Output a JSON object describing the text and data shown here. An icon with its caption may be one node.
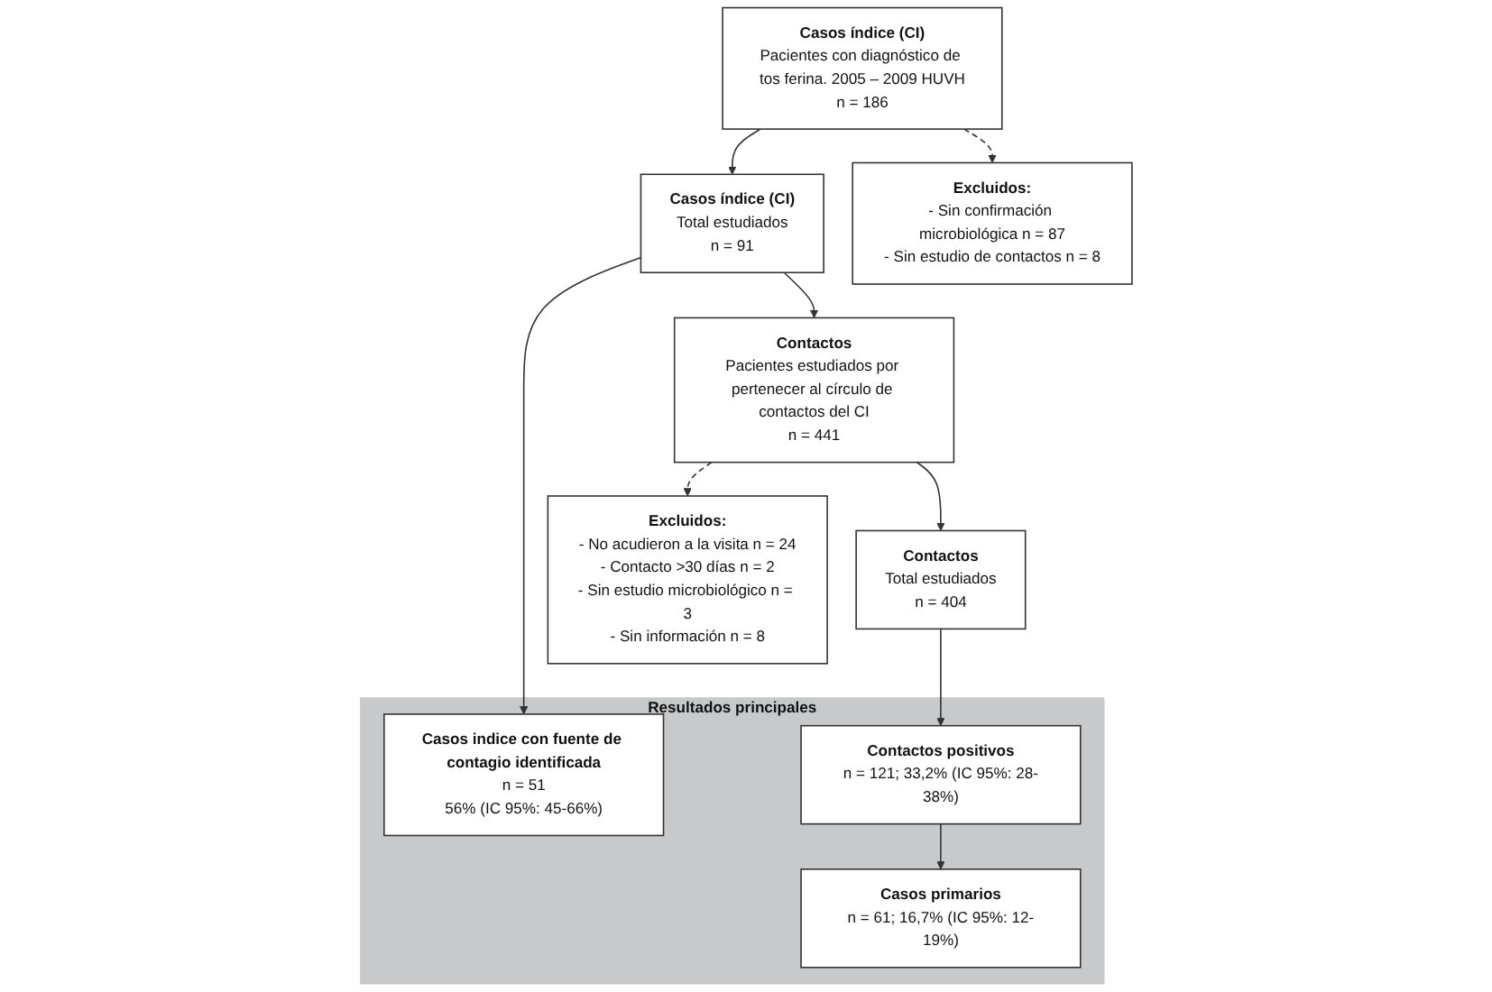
{
  "diagram": {
    "nodes": [
      {
        "text": [
          "Casos índice (CI)",
          "Pacientes con diagnóstico de tos ferina. 2005 – 2009 HUVH",
          "n = 186"
        ]
      },
      {
        "text": [
          "Excluidos:",
          "- Sin confirmación microbiológica n = 87",
          "- Sin estudio de contactos n = 8"
        ]
      },
      {
        "text": [
          "Casos índice (CI)",
          "Total estudiados",
          "n = 91"
        ]
      },
      {
        "text": [
          "Contactos",
          "Pacientes estudiados por pertenecer al círculo de contactos del CI",
          "n = 441"
        ]
      },
      {
        "text": [
          "Excluidos:",
          "- No acudieron a la visita n = 24",
          "- Contacto >30 días n = 2",
          "- Sin estudio microbiológico n = 3",
          "- Sin información n = 8"
        ]
      },
      {
        "text": [
          "Contactos",
          "Total estudiados",
          "n = 404"
        ]
      },
      {
        "text": [
          "Resultados principales"
        ]
      },
      {
        "text": [
          "Casos indice con fuente de contagio identificada",
          "n = 51",
          "56% (IC 95%: 45-66%)"
        ],
        "in": 6
      },
      {
        "text": [
          "Contactos positivos",
          "n = 121; 33,2% (IC 95%: 28-38%)"
        ],
        "in": 6
      },
      {
        "text": [
          "Casos primarios",
          "n = 61; 16,7% (IC 95%: 12-19%)"
        ],
        "in": 6
      }
    ],
    "edges": [
      {
        "from": 0,
        "to": 2,
        "arrow": "to"
      },
      {
        "from": 0,
        "to": 1,
        "arrow": "to",
        "style": "dashed"
      },
      {
        "from": 2,
        "to": 3,
        "arrow": "to"
      },
      {
        "from": 3,
        "to": 5,
        "arrow": "to"
      },
      {
        "from": 3,
        "to": 4,
        "arrow": "to",
        "style": "dashed"
      },
      {
        "from": 2,
        "to": 7,
        "arrow": "to"
      },
      {
        "from": 5,
        "to": 8,
        "arrow": "to"
      },
      {
        "from": 8,
        "to": 9,
        "arrow": "to"
      }
    ]
  }
}
